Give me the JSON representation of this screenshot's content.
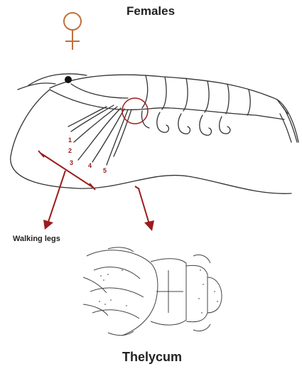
{
  "header": {
    "title": "Females",
    "female_symbol_color": "#c0703a"
  },
  "labels": {
    "walking_legs": "Walking legs",
    "thelycum": "Thelycum",
    "leg_numbers": [
      "1",
      "2",
      "3",
      "4",
      "5"
    ]
  },
  "colors": {
    "annotation": "#9b1c1c",
    "line_art": "#333333"
  },
  "icons": {
    "gender": "female-symbol-icon",
    "specimen": "shrimp-illustration",
    "detail": "thelycum-illustration"
  }
}
